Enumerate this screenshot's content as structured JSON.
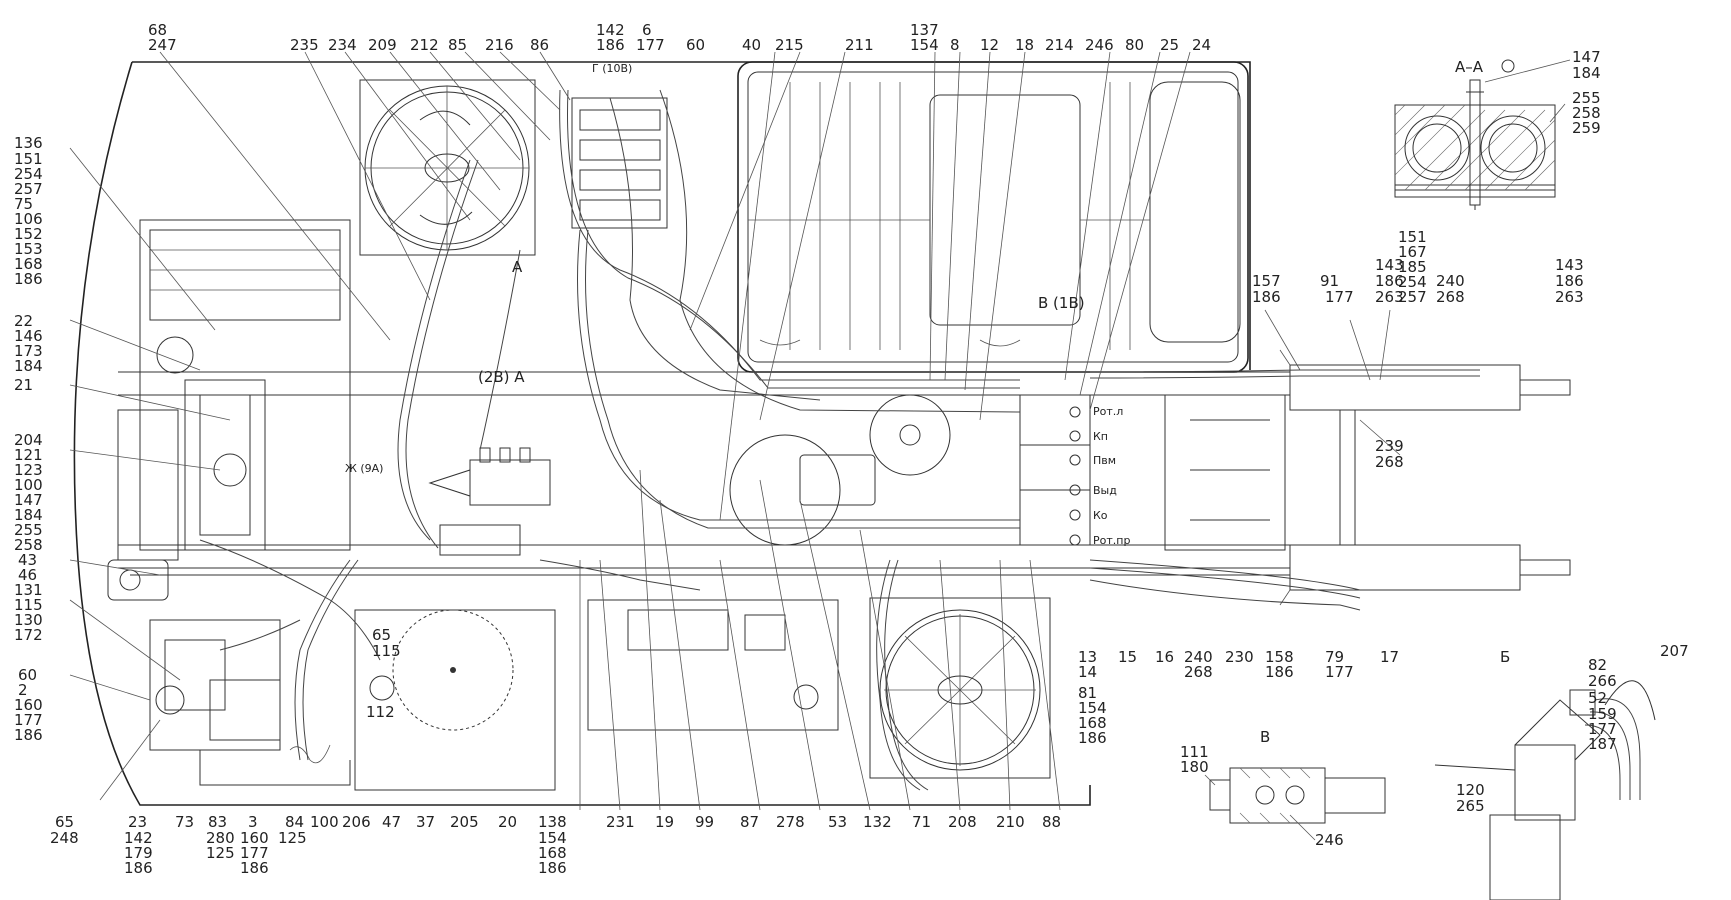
{
  "labels": {
    "top": [
      [
        "68",
        "247"
      ],
      [
        "235"
      ],
      [
        "234"
      ],
      [
        "209"
      ],
      [
        "212"
      ],
      [
        "85"
      ],
      [
        "216"
      ],
      [
        "86"
      ],
      [
        "142",
        "186"
      ],
      [
        "6",
        "177"
      ],
      [
        "60"
      ],
      [
        "40"
      ],
      [
        "215"
      ],
      [
        "211"
      ],
      [
        "137",
        "154"
      ],
      [
        "8"
      ],
      [
        "12"
      ],
      [
        "18"
      ],
      [
        "214"
      ],
      [
        "246"
      ],
      [
        "80"
      ],
      [
        "25"
      ],
      [
        "24"
      ]
    ],
    "left": [
      [
        "136",
        "151",
        "254",
        "257",
        "75",
        "106",
        "152",
        "153",
        "168",
        "186"
      ],
      [
        "22",
        "146",
        "173",
        "184"
      ],
      [
        "21"
      ],
      [
        "204",
        "121",
        "123",
        "100",
        "147",
        "184",
        "255",
        "258"
      ],
      [
        "43"
      ],
      [
        "46",
        "131",
        "115",
        "130",
        "172"
      ],
      [
        "60",
        "2",
        "160",
        "177",
        "186"
      ],
      [
        "65",
        "248"
      ]
    ],
    "bottom": [
      [
        "23",
        "142",
        "179",
        "186"
      ],
      [
        "73"
      ],
      [
        "83",
        "280",
        "125"
      ],
      [
        "3",
        "160",
        "177",
        "186"
      ],
      [
        "84",
        "125"
      ],
      [
        "100"
      ],
      [
        "206"
      ],
      [
        "47"
      ],
      [
        "37"
      ],
      [
        "205"
      ],
      [
        "20"
      ],
      [
        "138",
        "154",
        "168",
        "186"
      ],
      [
        "231"
      ],
      [
        "19"
      ],
      [
        "99"
      ],
      [
        "87"
      ],
      [
        "278"
      ],
      [
        "53"
      ],
      [
        "132"
      ],
      [
        "71"
      ],
      [
        "208"
      ],
      [
        "210"
      ],
      [
        "88"
      ]
    ],
    "right": [
      [
        "157",
        "186"
      ],
      [
        "91",
        "177"
      ],
      [
        "143",
        "186",
        "263"
      ],
      [
        "151",
        "167",
        "185",
        "254",
        "257"
      ],
      [
        "240",
        "268"
      ],
      [
        "143",
        "186",
        "263"
      ],
      [
        "239",
        "268"
      ],
      [
        "13"
      ],
      [
        "14"
      ],
      [
        "81",
        "154",
        "168",
        "186"
      ],
      [
        "15"
      ],
      [
        "16"
      ],
      [
        "240",
        "268"
      ],
      [
        "230"
      ],
      [
        "158",
        "186"
      ],
      [
        "79",
        "177"
      ],
      [
        "17"
      ]
    ],
    "misc": {
      "g10v": "Г (10В)",
      "a_up": "А",
      "b1v": "В (1В)",
      "a2v": "(2В)  А",
      "zh9a": "Ж (9А)",
      "n65_115": [
        "65",
        "115"
      ],
      "n112": "112",
      "valve_labels": [
        "Рот.л",
        "Кп",
        "Пвм",
        "Выд",
        "Ко",
        "Рот.пр"
      ]
    }
  },
  "views": {
    "section_aa": {
      "title": "А–А",
      "labels": [
        [
          "147",
          "184"
        ],
        [
          "255",
          "258",
          "259"
        ]
      ]
    },
    "view_v": {
      "title": "В",
      "labels": [
        [
          "111",
          "180"
        ],
        [
          "246"
        ]
      ]
    },
    "view_b": {
      "title": "Б",
      "labels": [
        [
          "82",
          "266"
        ],
        [
          "52",
          "159",
          "177",
          "187"
        ],
        [
          "207"
        ],
        [
          "120",
          "265"
        ]
      ]
    }
  }
}
